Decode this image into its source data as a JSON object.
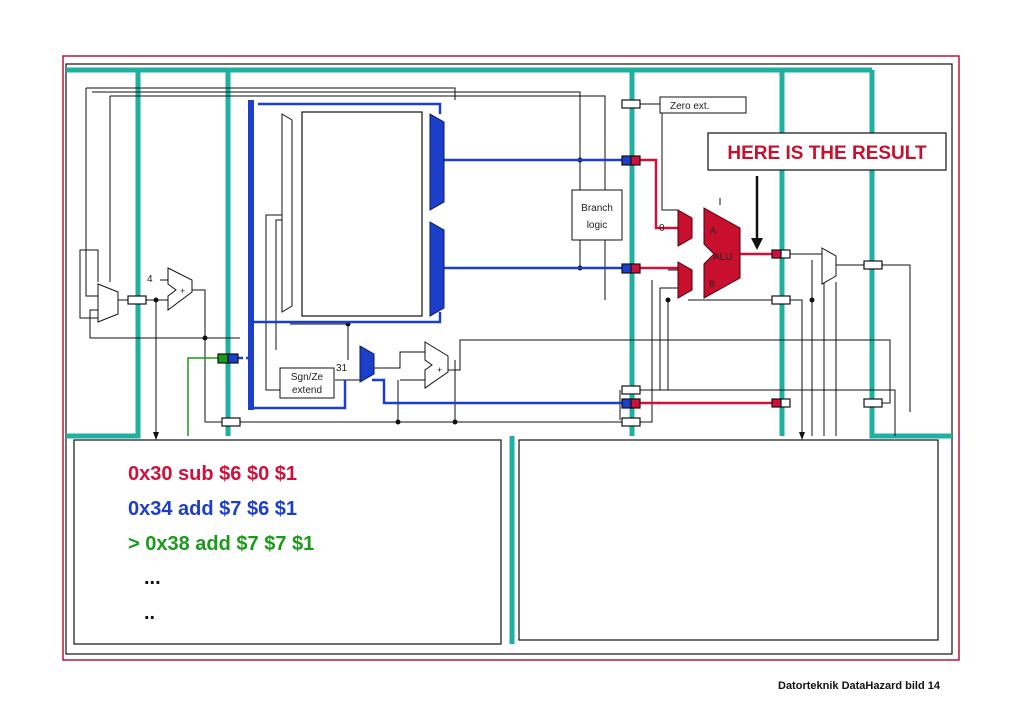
{
  "callout": "HERE IS THE RESULT",
  "labels": {
    "zero_ext": "Zero ext.",
    "branch_line1": "Branch",
    "branch_line2": "logic",
    "alu": "ALU",
    "alu_a": "A",
    "alu_b": "B",
    "mux_zero": "0",
    "const4": "4",
    "plus": "+",
    "sgnze_line1": "Sgn/Ze",
    "sgnze_line2": "extend",
    "const31": "31"
  },
  "instructions": [
    {
      "text": "0x30 sub $6 $0 $1",
      "color": "#d0103a"
    },
    {
      "text": "0x34 add $7 $6 $1",
      "color": "#1b3fc8"
    },
    {
      "text": "> 0x38 add $7 $7 $1",
      "color": "#1a9a1a"
    },
    {
      "text": "...",
      "color": "#111111"
    },
    {
      "text": "..",
      "color": "#111111"
    }
  ],
  "footer": "Datorteknik DataHazard bild 14",
  "colors": {
    "teal": "#1fb0a0",
    "frame": "#c0143c",
    "blue": "#1b3fc8",
    "red": "#d0103a",
    "green": "#1a9a1a",
    "alu_fill": "#c8102e"
  }
}
